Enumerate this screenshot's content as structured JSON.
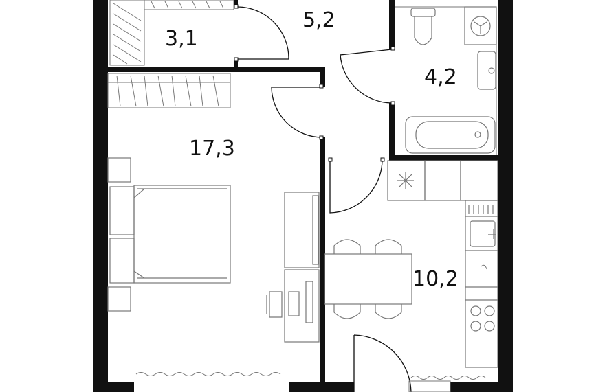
{
  "rooms": [
    {
      "id": "closet",
      "area": "3,1"
    },
    {
      "id": "hall",
      "area": "5,2"
    },
    {
      "id": "bathroom",
      "area": "4,2"
    },
    {
      "id": "bedroom",
      "area": "17,3"
    },
    {
      "id": "kitchen",
      "area": "10,2"
    }
  ],
  "colors": {
    "wall": "#111111",
    "furniture": "#777777",
    "background": "#ffffff"
  },
  "icons": [
    "toilet-icon",
    "washing-machine-icon",
    "sink-icon",
    "bathtub-icon",
    "hob-icon",
    "kitchen-sink-icon",
    "bed-icon",
    "desk-chair-icon",
    "tv-icon",
    "wardrobe-icon",
    "dining-table-icon",
    "radiator-icon"
  ]
}
